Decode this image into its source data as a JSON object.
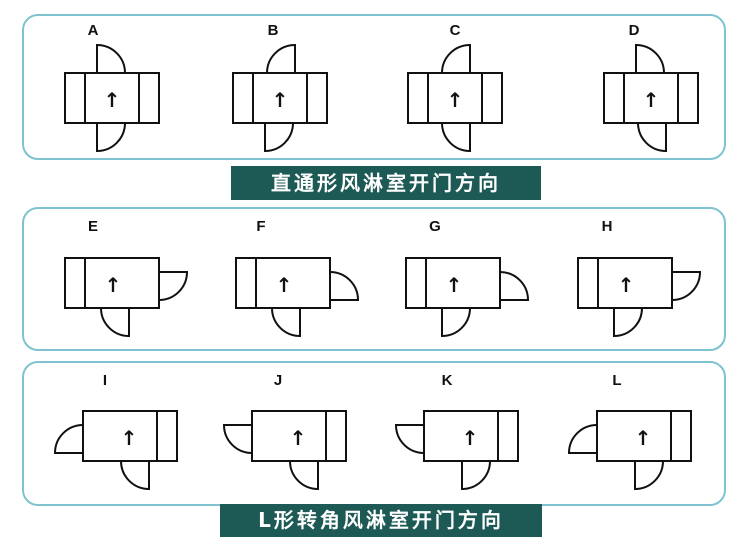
{
  "banners": {
    "straight": "直通形风淋室开门方向",
    "l_shape": "L形转角风淋室开门方向"
  },
  "diagrams": [
    {
      "label": "A",
      "layout": "straight",
      "top_door": "right",
      "bottom_door": "right"
    },
    {
      "label": "B",
      "layout": "straight",
      "top_door": "left",
      "bottom_door": "right"
    },
    {
      "label": "C",
      "layout": "straight",
      "top_door": "left",
      "bottom_door": "left"
    },
    {
      "label": "D",
      "layout": "straight",
      "top_door": "right",
      "bottom_door": "left"
    },
    {
      "label": "E",
      "layout": "l-right",
      "side_door": "down",
      "bottom_door": "left"
    },
    {
      "label": "F",
      "layout": "l-right",
      "side_door": "up",
      "bottom_door": "left"
    },
    {
      "label": "G",
      "layout": "l-right",
      "side_door": "up",
      "bottom_door": "right"
    },
    {
      "label": "H",
      "layout": "l-right",
      "side_door": "down",
      "bottom_door": "right"
    },
    {
      "label": "I",
      "layout": "l-left",
      "side_door": "up",
      "bottom_door": "left"
    },
    {
      "label": "J",
      "layout": "l-left",
      "side_door": "down",
      "bottom_door": "left"
    },
    {
      "label": "K",
      "layout": "l-left",
      "side_door": "down",
      "bottom_door": "right"
    },
    {
      "label": "L",
      "layout": "l-left",
      "side_door": "up",
      "bottom_door": "right"
    }
  ],
  "arrow_glyph": "↑",
  "colors": {
    "panel_border": "#7ec3cf",
    "banner_bg": "#1e5a55",
    "line": "#111111"
  }
}
